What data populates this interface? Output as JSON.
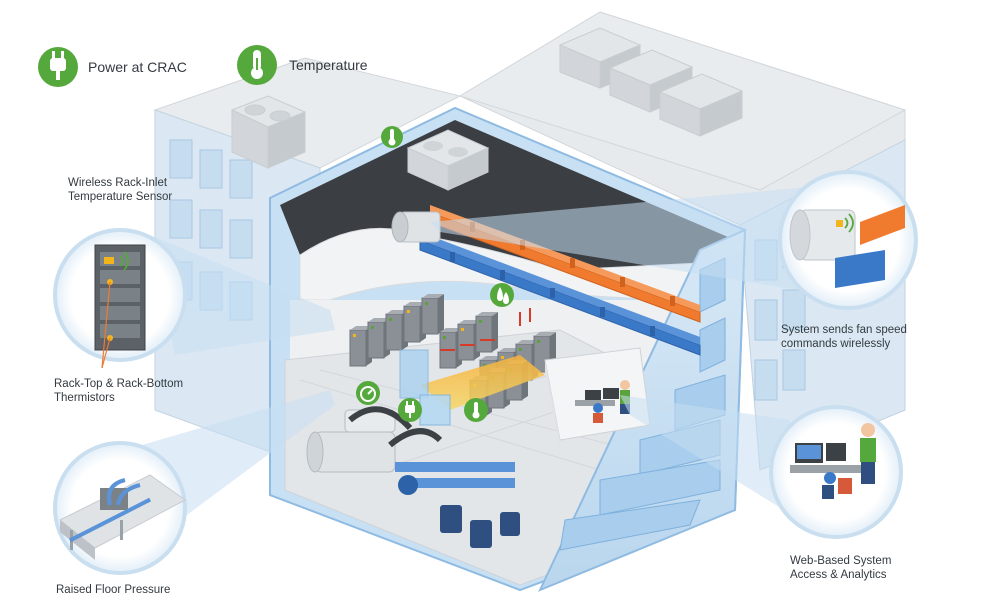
{
  "legend": {
    "items": [
      {
        "label": "Power at CRAC",
        "icon": "plug-icon"
      },
      {
        "label": "Temperature",
        "icon": "thermometer-icon"
      }
    ]
  },
  "callouts": {
    "wireless_sensor": [
      "Wireless Rack-Inlet",
      "Temperature Sensor"
    ],
    "thermistors": [
      "Rack-Top & Rack-Bottom",
      "Thermistors"
    ],
    "floor_pressure": "Raised Floor Pressure",
    "fan_speed": [
      "System sends fan speed",
      "commands wirelessly"
    ],
    "web_access": [
      "Web-Based System",
      "Access & Analytics"
    ]
  },
  "colors": {
    "accent_green": "#55a83c",
    "cold_blue": "#3a78c8",
    "hot_orange": "#f07a2e",
    "glass_blue": "#c7dff2",
    "frame_blue": "#9cc6ea",
    "rack_gray": "#8a9096"
  },
  "icons": [
    "plug-icon",
    "thermometer-icon",
    "water-drop-icon",
    "gauge-icon",
    "wireless-signal-icon"
  ]
}
